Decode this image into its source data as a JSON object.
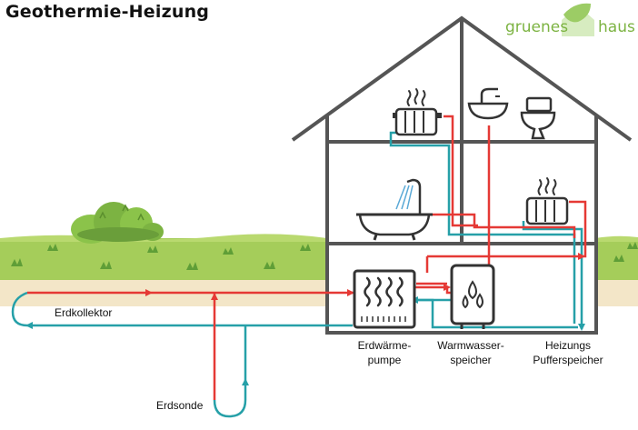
{
  "title": "Geothermie-Heizung",
  "brand": {
    "part1": "gruenes",
    "part2": "haus"
  },
  "labels": {
    "erdkollektor": "Erdkollektor",
    "erdsonde": "Erdsonde",
    "waermepumpe_line1": "Erdwärme-",
    "waermepumpe_line2": "pumpe",
    "warmwasser_line1": "Warmwasser-",
    "warmwasser_line2": "speicher",
    "puffer_line1": "Heizungs",
    "puffer_line2": "Pufferspeicher"
  },
  "colors": {
    "hot": "#e53935",
    "cold": "#26a0a8",
    "grass": "#a5cd5a",
    "soil": "#f3e6c8",
    "house_line": "#555555",
    "brand": "#7cb342"
  },
  "icons": [
    "radiator-icon",
    "sink-icon",
    "toilet-icon",
    "bathtub-icon",
    "heat-pump-icon",
    "water-tank-icon",
    "leaf-house-logo",
    "bush-icon"
  ]
}
